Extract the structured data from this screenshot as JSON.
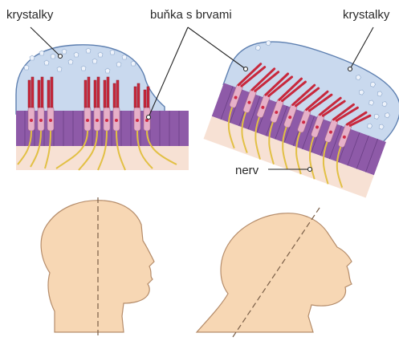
{
  "labels": {
    "crystals_left": "krystalky",
    "hair_cell": "buňka s brvami",
    "crystals_right": "krystalky",
    "nerve": "nerv"
  },
  "colors": {
    "gel": "#c9d9ee",
    "crystals": "#eef3fb",
    "cilia": "#c8283c",
    "hair_cell": "#e6b0c8",
    "support_cell": "#8e5aa8",
    "nerve_fiber": "#e2c044",
    "base_tissue": "#f7e1d4",
    "head_fill": "#f7d7b4",
    "head_outline": "#b58c6a",
    "leader_line": "#222222"
  },
  "icons": [
    "head-silhouette-upright",
    "head-silhouette-tilted"
  ]
}
